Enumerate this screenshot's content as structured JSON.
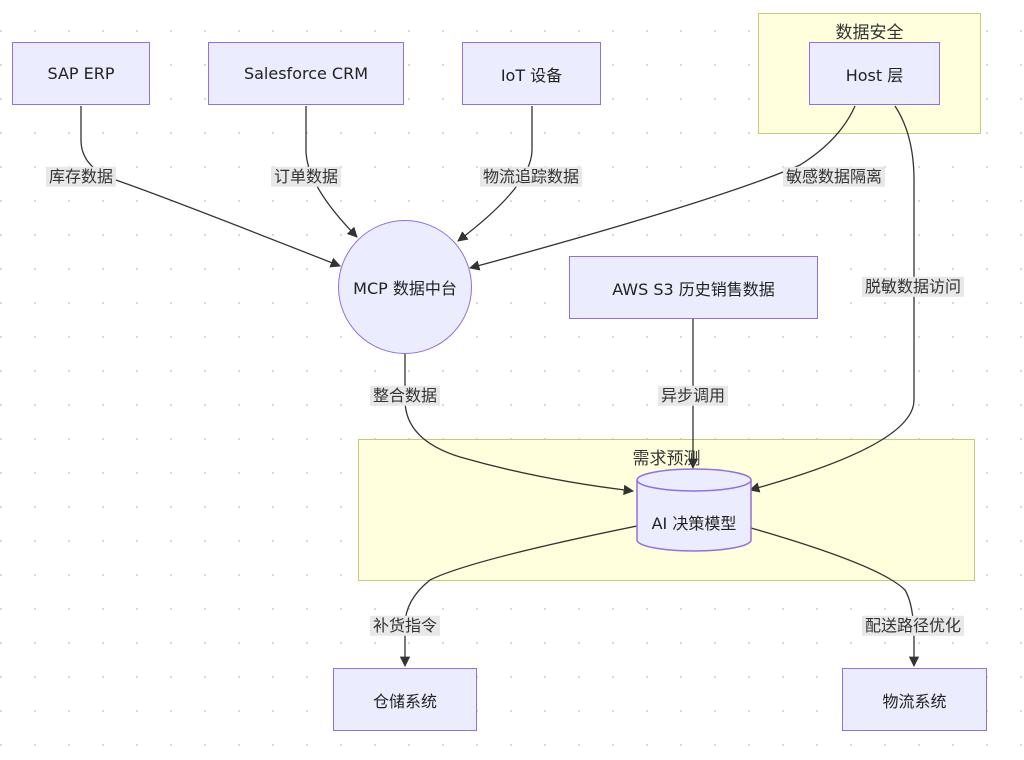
{
  "groups": {
    "security": "数据安全",
    "forecast": "需求预测"
  },
  "nodes": {
    "sap_erp": "SAP ERP",
    "salesforce": "Salesforce CRM",
    "iot": "IoT 设备",
    "host": "Host 层",
    "mcp": "MCP 数据中台",
    "s3": "AWS S3 历史销售数据",
    "ai_model": "AI 决策模型",
    "warehouse": "仓储系统",
    "logistics": "物流系统"
  },
  "edges": {
    "sap_to_mcp": "库存数据",
    "crm_to_mcp": "订单数据",
    "iot_to_mcp": "物流追踪数据",
    "host_to_mcp": "敏感数据隔离",
    "host_to_ai": "脱敏数据访问",
    "mcp_to_ai": "整合数据",
    "s3_to_ai": "异步调用",
    "ai_to_warehouse": "补货指令",
    "ai_to_logistics": "配送路径优化"
  },
  "colors": {
    "node_fill": "#ececff",
    "node_border": "#9370db",
    "group_fill": "#ffffdd",
    "group_border": "#c8c87a",
    "edge": "#333333",
    "edge_label_bg": "#e8e8e8"
  }
}
